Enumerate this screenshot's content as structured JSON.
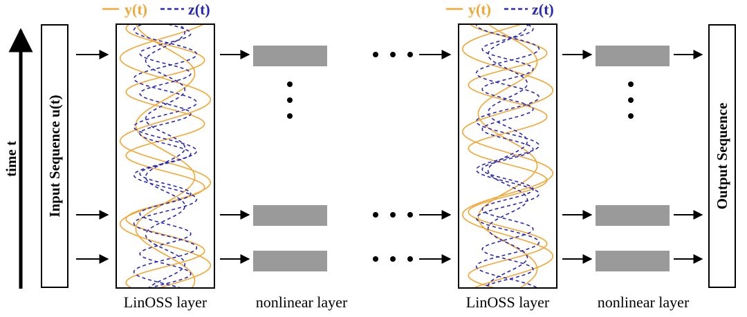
{
  "labels": {
    "time_axis": "time t",
    "input_sequence": "Input Sequence u(t)",
    "output_sequence": "Output Sequence",
    "linoss_layer": "LinOSS layer",
    "nonlinear_layer": "nonlinear layer"
  },
  "legend": {
    "y_label": "y(t)",
    "z_label": "z(t)"
  },
  "colors": {
    "y_series": "#f3a632",
    "z_series": "#2626b8",
    "nonlinear_block": "#9a9a9a",
    "stroke": "#000000"
  },
  "icons": {
    "arrow": "arrow-right-icon",
    "ellipsis": "ellipsis-icon"
  }
}
